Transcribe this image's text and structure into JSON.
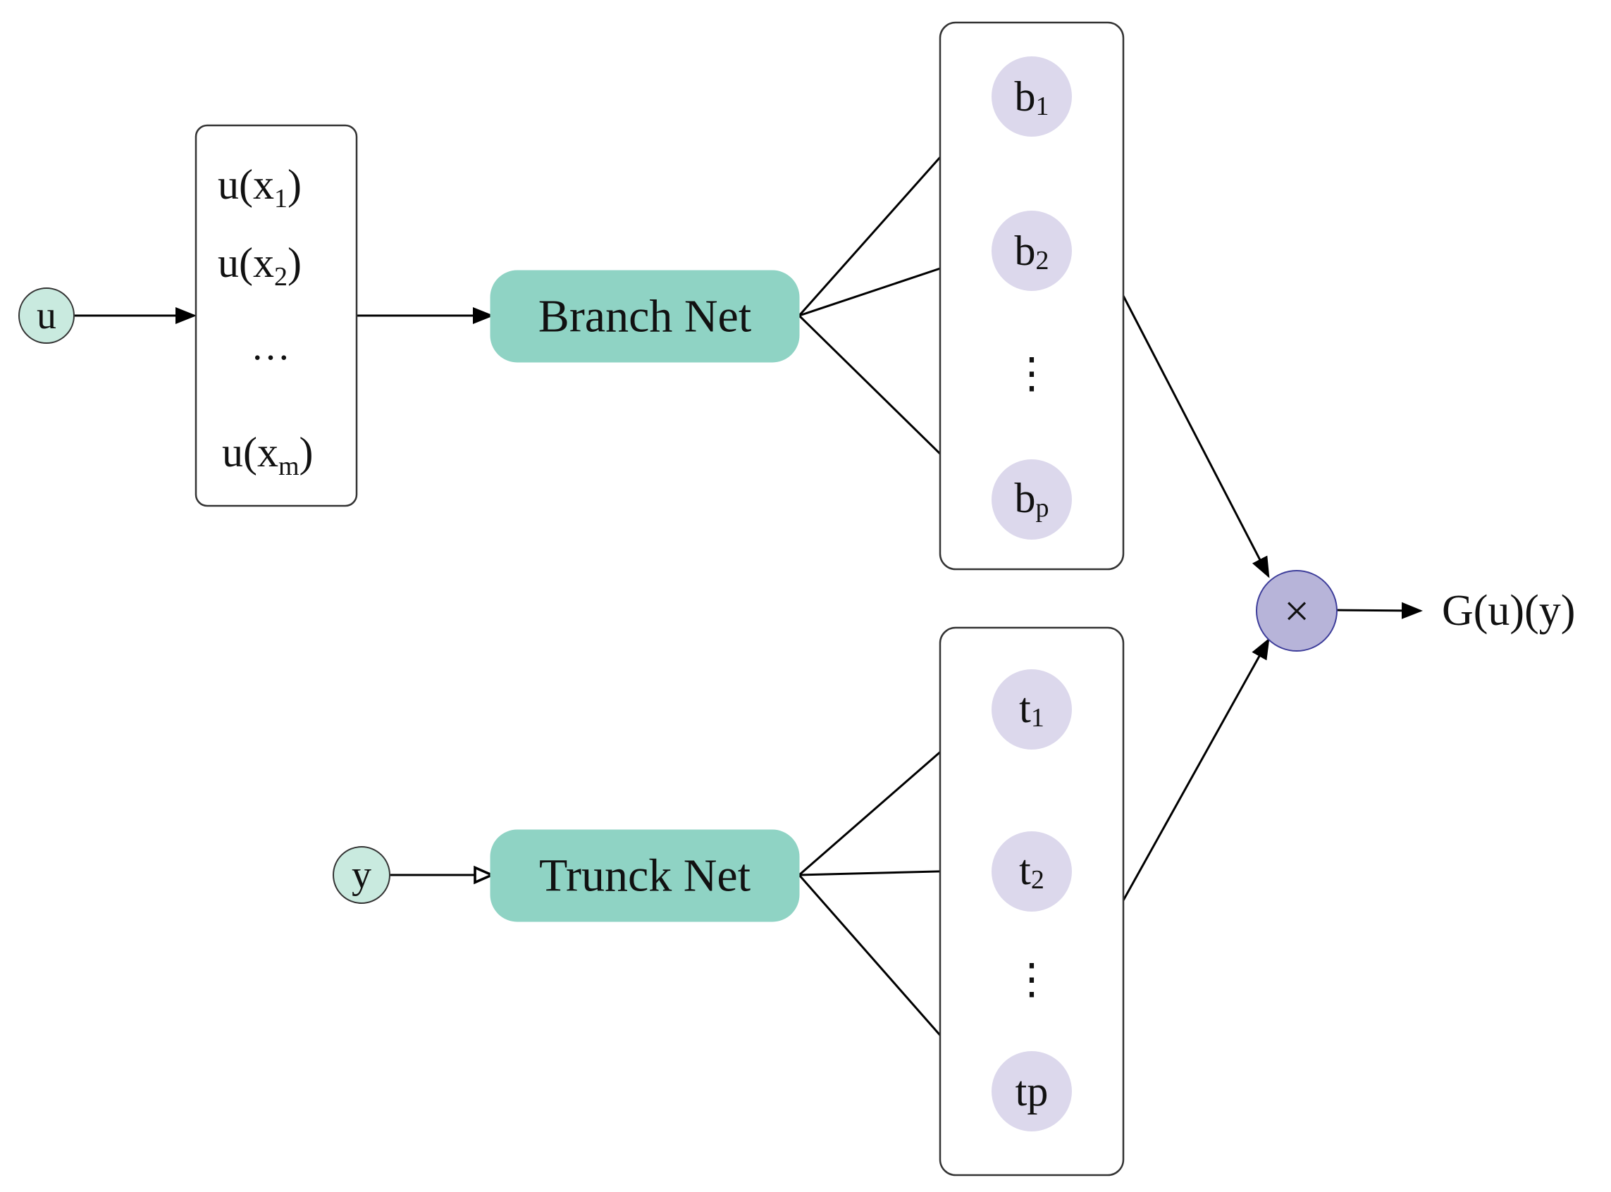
{
  "colors": {
    "net_fill": "#8fd3c4",
    "input_fill": "#c9eadf",
    "output_node_fill": "#dcd8ec",
    "operator_fill": "#b7b4d9",
    "operator_stroke": "#3d3d9a",
    "edge": "#000000"
  },
  "inputs": {
    "u": "u",
    "y": "y"
  },
  "sample_box": {
    "row1": {
      "base": "u(x",
      "sub": "1",
      "close": ")"
    },
    "row2": {
      "base": "u(x",
      "sub": "2",
      "close": ")"
    },
    "ellipsis": "…",
    "row_m": {
      "base": "u(x",
      "sub": "m",
      "close": ")"
    }
  },
  "nets": {
    "branch": "Branch Net",
    "trunk": "Trunck Net"
  },
  "branch_outputs": [
    {
      "base": "b",
      "sub": "1"
    },
    {
      "base": "b",
      "sub": "2"
    },
    {
      "base": "b",
      "sub": "p"
    }
  ],
  "trunk_outputs": [
    {
      "base": "t",
      "sub": "1"
    },
    {
      "base": "t",
      "sub": "2"
    },
    {
      "base": "tp",
      "sub": ""
    }
  ],
  "vertical_ellipsis": "⋮",
  "operator": {
    "symbol": "×",
    "icon": "multiply-icon"
  },
  "output_label": "G(u)(y)"
}
